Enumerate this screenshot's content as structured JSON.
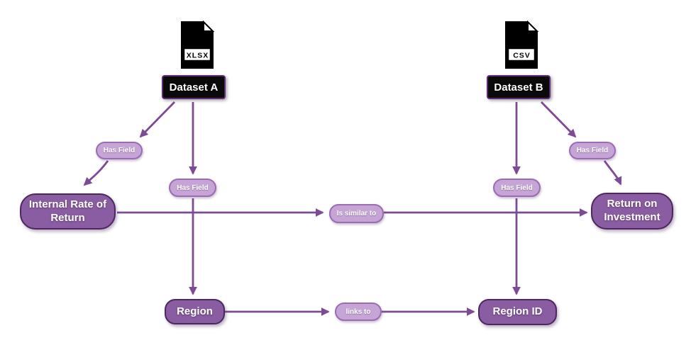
{
  "diagram": {
    "dataset_a": {
      "label": "Dataset A",
      "file_type": "XLSX"
    },
    "dataset_b": {
      "label": "Dataset B",
      "file_type": "CSV"
    },
    "nodes": {
      "internal_rate_of_return": "Internal Rate of Return",
      "return_on_investment": "Return on Investment",
      "region": "Region",
      "region_id": "Region ID"
    },
    "edge_labels": {
      "has_field": "Has Field",
      "is_similar_to": "Is similar to",
      "links_to": "links to"
    },
    "colors": {
      "entity_fill": "#8a5ca2",
      "entity_border": "#4b285e",
      "pill_fill": "#c6a5d6",
      "pill_border": "#9a6db3",
      "edge": "#7d4b96",
      "dataset_fill": "#0a0a0a",
      "dataset_border": "#5c2f70",
      "background": "#ffffff"
    }
  }
}
